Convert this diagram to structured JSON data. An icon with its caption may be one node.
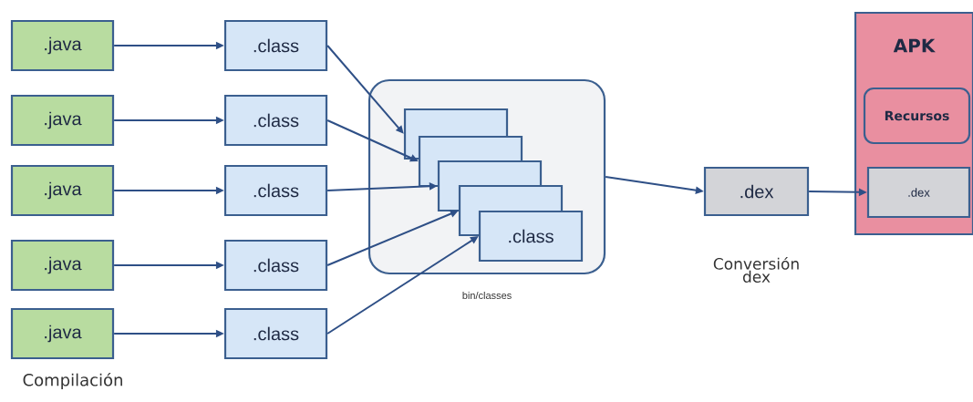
{
  "diagram": {
    "nodes": [
      {
        "text": [
          ".java"
        ]
      },
      {
        "text": [
          ".java"
        ]
      },
      {
        "text": [
          ".java"
        ]
      },
      {
        "text": [
          ".java"
        ]
      },
      {
        "text": [
          ".java"
        ]
      },
      {
        "text": [
          ".class"
        ]
      },
      {
        "text": [
          ".class"
        ]
      },
      {
        "text": [
          ".class"
        ]
      },
      {
        "text": [
          ".class"
        ]
      },
      {
        "text": [
          ".class"
        ]
      },
      {
        "text": [
          "bin/classes"
        ]
      },
      {
        "text": [],
        "shape": "box",
        "in": 10
      },
      {
        "text": [],
        "shape": "box",
        "in": 10
      },
      {
        "text": [],
        "shape": "box",
        "in": 10
      },
      {
        "text": [],
        "shape": "box",
        "in": 10
      },
      {
        "text": [
          ".class"
        ],
        "in": 10
      },
      {
        "text": [
          ".dex"
        ],
        "beside": [
          "Conversión dex"
        ]
      },
      {
        "text": [
          "APK"
        ]
      },
      {
        "text": [
          "Recursos"
        ],
        "in": 17
      },
      {
        "text": [
          ".dex"
        ],
        "in": 17
      }
    ],
    "edges": [
      {
        "from": 0,
        "to": 5,
        "arrow": "to"
      },
      {
        "from": 1,
        "to": 6,
        "arrow": "to"
      },
      {
        "from": 2,
        "to": 7,
        "arrow": "to"
      },
      {
        "from": 3,
        "to": 8,
        "arrow": "to"
      },
      {
        "from": 4,
        "to": 9,
        "arrow": "to"
      },
      {
        "from": 5,
        "to": 11,
        "arrow": "to"
      },
      {
        "from": 6,
        "to": 12,
        "arrow": "to"
      },
      {
        "from": 7,
        "to": 13,
        "arrow": "to"
      },
      {
        "from": 8,
        "to": 14,
        "arrow": "to"
      },
      {
        "from": 9,
        "to": 15,
        "arrow": "to"
      },
      {
        "from": 10,
        "to": 16,
        "arrow": "to"
      },
      {
        "from": 16,
        "to": 19,
        "arrow": "to"
      }
    ],
    "labels": [
      "Compilación"
    ]
  }
}
